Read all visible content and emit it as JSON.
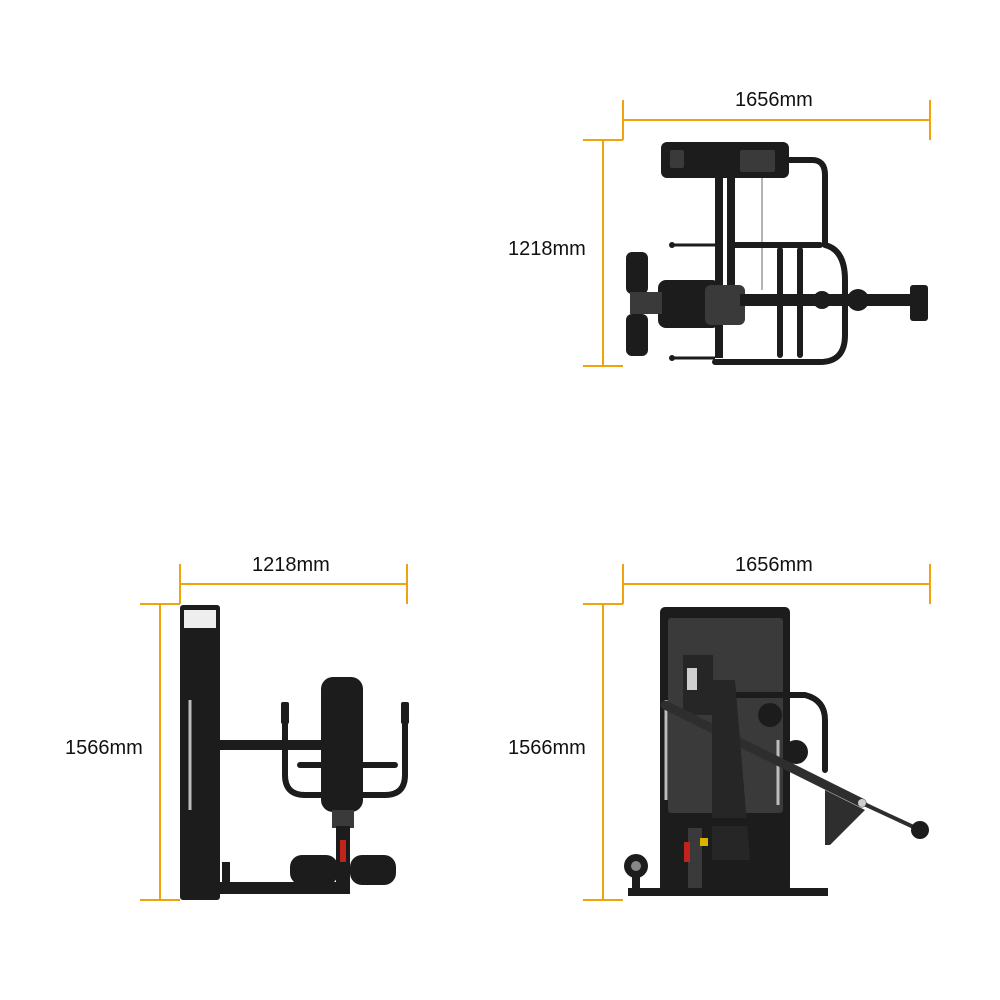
{
  "dimensions": {
    "top_width": "1656mm",
    "top_depth": "1218mm",
    "side_width": "1218mm",
    "side_height": "1566mm",
    "front_width": "1656mm",
    "front_height": "1566mm"
  },
  "colors": {
    "dimension_line": "#f0a30a",
    "machine_dark": "#1c1c1c",
    "machine_mid": "#3a3a3a",
    "machine_light": "#8a8a8a",
    "accent_red": "#c0241c",
    "label_text": "#111111"
  }
}
